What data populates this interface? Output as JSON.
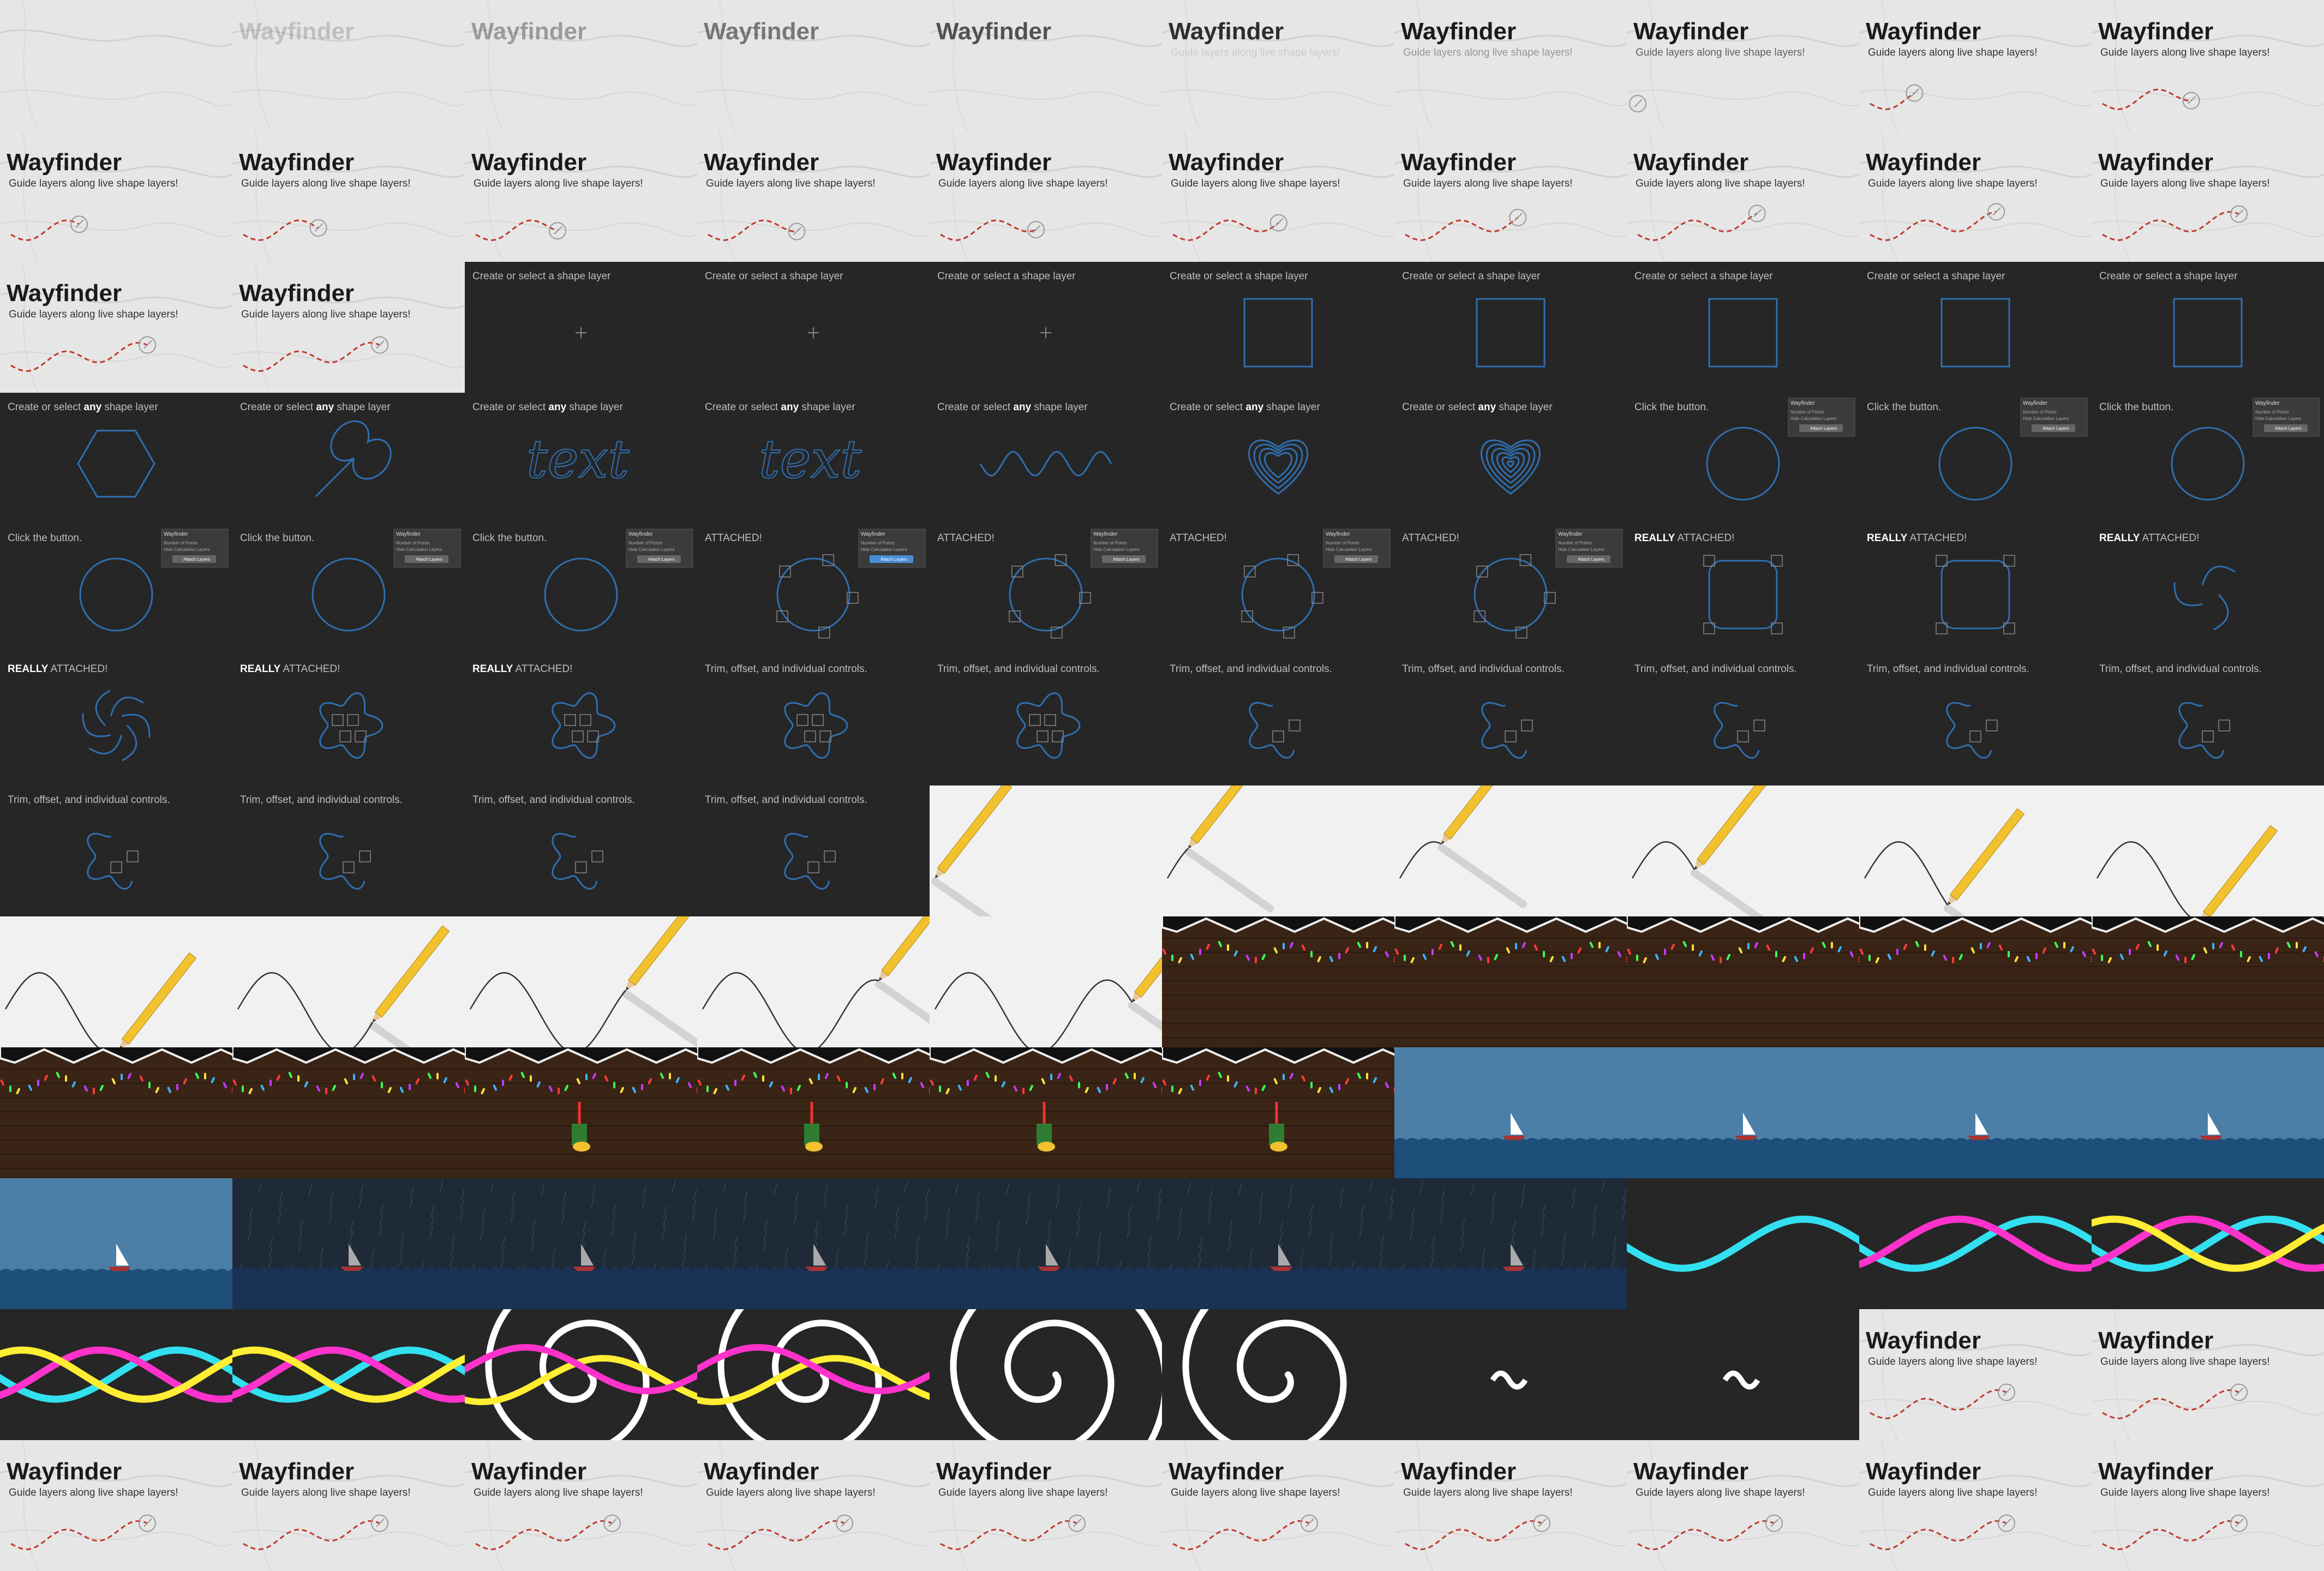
{
  "title": {
    "main": "Wayfinder",
    "sub": "Guide layers along live shape layers!"
  },
  "captions": {
    "create": "Create or select a shape layer",
    "create_any_pre": "Create or select ",
    "create_any_word": "any",
    "create_any_post": " shape layer",
    "text_word": "text",
    "click": "Click the button.",
    "attached": "ATTACHED!",
    "really": "REALLY",
    "trim": "Trim, offset, and individual controls."
  },
  "panel": {
    "title": "Wayfinder",
    "row1": "Number of Points",
    "row2": "Hide Calculation Layers",
    "button": "Attach Layers"
  },
  "colors": {
    "paper": "#e6e6e6",
    "dark": "#262626",
    "shape_blue": "#2f6fb0",
    "dash_red": "#c0392b",
    "pencil": "#f2c12e",
    "board": "#3a2415",
    "sea": "#1d4f7a",
    "sky": "#4c7fa8",
    "magenta": "#ff33cc",
    "cyan": "#33e0f0",
    "yellow": "#ffee33"
  },
  "grid": {
    "columns": 10,
    "rows": 12
  }
}
